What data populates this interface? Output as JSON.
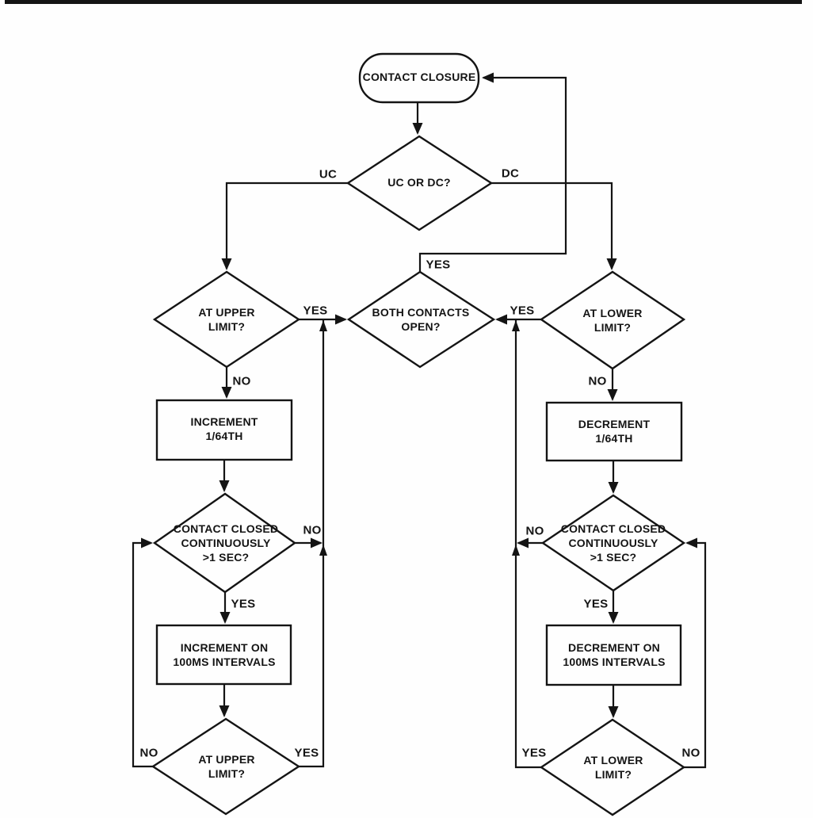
{
  "page": {
    "background": "#fefefe",
    "ink": "#141414"
  },
  "diagram": {
    "type": "flowchart",
    "nodes": {
      "contact_closure": {
        "label": "CONTACT CLOSURE",
        "shape": "terminator"
      },
      "uc_or_dc": {
        "label": "UC OR DC?",
        "shape": "decision"
      },
      "at_upper_limit_top": {
        "label": "AT UPPER\nLIMIT?",
        "shape": "decision"
      },
      "both_contacts_open": {
        "label": "BOTH CONTACTS\nOPEN?",
        "shape": "decision"
      },
      "at_lower_limit_top": {
        "label": "AT LOWER\nLIMIT?",
        "shape": "decision"
      },
      "increment_164th": {
        "label": "INCREMENT\n1/64TH",
        "shape": "process"
      },
      "decrement_164th": {
        "label": "DECREMENT\n1/64TH",
        "shape": "process"
      },
      "contact_closed_left": {
        "label": "CONTACT CLOSED\nCONTINUOUSLY\n>1 SEC?",
        "shape": "decision"
      },
      "contact_closed_right": {
        "label": "CONTACT CLOSED\nCONTINUOUSLY\n>1 SEC?",
        "shape": "decision"
      },
      "increment_100ms": {
        "label": "INCREMENT ON\n100MS INTERVALS",
        "shape": "process"
      },
      "decrement_100ms": {
        "label": "DECREMENT ON\n100MS INTERVALS",
        "shape": "process"
      },
      "at_upper_limit_bottom": {
        "label": "AT UPPER\nLIMIT?",
        "shape": "decision"
      },
      "at_lower_limit_bottom": {
        "label": "AT LOWER\nLIMIT?",
        "shape": "decision"
      }
    },
    "edge_labels": {
      "uc": "UC",
      "dc": "DC",
      "yes_return_to_start": "YES",
      "yes_upper_limit": "YES",
      "yes_lower_limit": "YES",
      "no_upper_limit": "NO",
      "no_lower_limit": "NO",
      "no_contact_closed_left": "NO",
      "no_contact_closed_right": "NO",
      "yes_contact_closed_left": "YES",
      "yes_contact_closed_right": "YES",
      "no_at_upper_bottom": "NO",
      "yes_at_upper_bottom": "YES",
      "yes_at_lower_bottom": "YES",
      "no_at_lower_bottom": "NO"
    }
  }
}
